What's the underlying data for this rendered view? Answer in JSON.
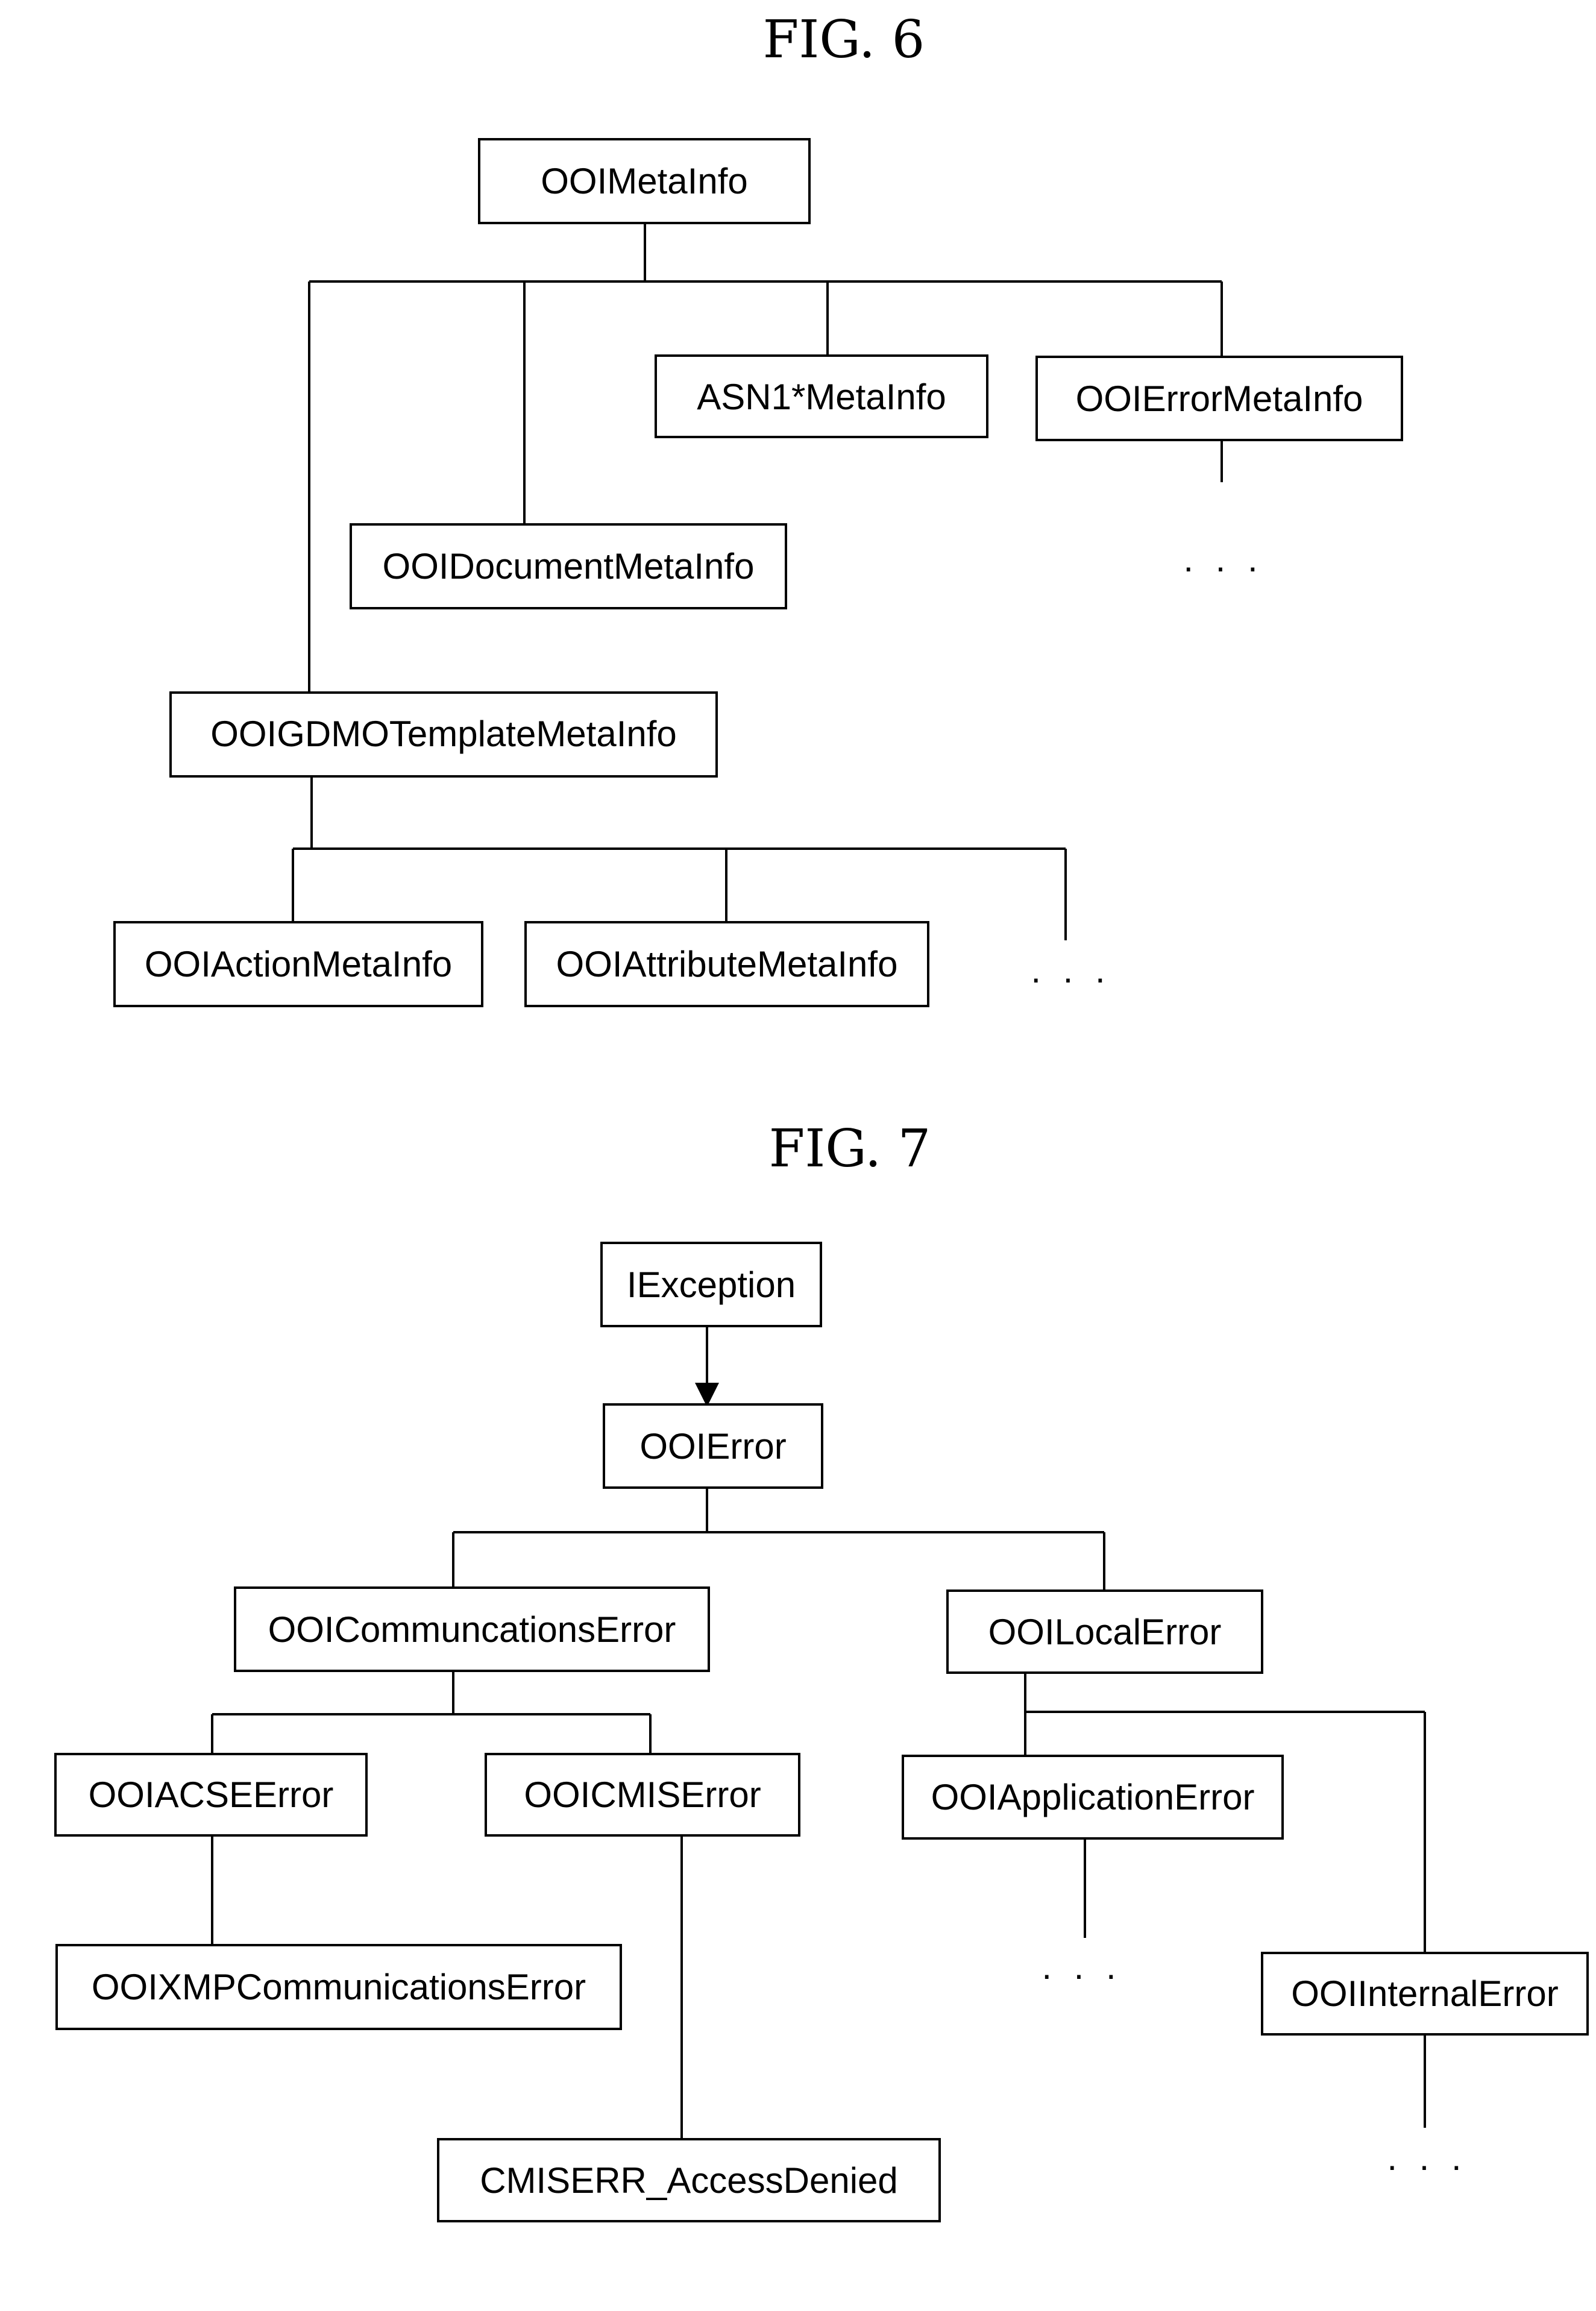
{
  "fig6": {
    "title": "FIG. 6",
    "nodes": {
      "meta_info": "OOIMetaInfo",
      "asn1_meta_info": "ASN1*MetaInfo",
      "error_meta_info": "OOIErrorMetaInfo",
      "document_meta_info": "OOIDocumentMetaInfo",
      "gdmo_template_meta_info": "OOIGDMOTemplateMetaInfo",
      "action_meta_info": "OOIActionMetaInfo",
      "attribute_meta_info": "OOIAttributeMetaInfo"
    },
    "ellipsis_error": ". . .",
    "ellipsis_gdmo": ". . ."
  },
  "fig7": {
    "title": "FIG. 7",
    "nodes": {
      "iexception": "IException",
      "ooi_error": "OOIError",
      "communications_error": "OOICommuncationsError",
      "local_error": "OOILocalError",
      "acse_error": "OOIACSEError",
      "cmis_error": "OOICMISError",
      "application_error": "OOIApplicationError",
      "xmp_communications_error": "OOIXMPCommunicationsError",
      "internal_error": "OOIInternalError",
      "cmiserr_access_denied": "CMISERR_AccessDenied"
    },
    "ellipsis_application": ". . .",
    "ellipsis_internal": ". . ."
  }
}
